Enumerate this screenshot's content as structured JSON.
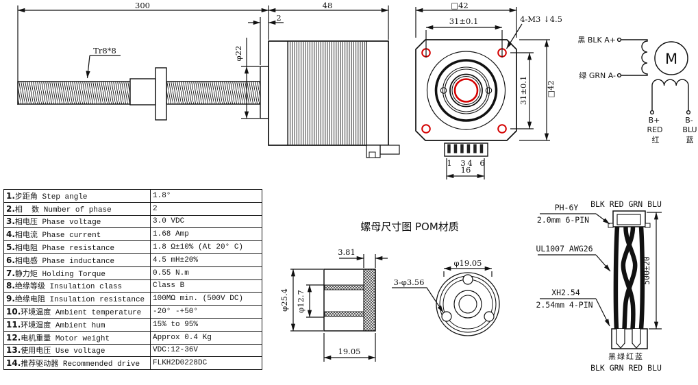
{
  "drawing": {
    "side_view": {
      "dim_screw_length": "300",
      "dim_body_length": "48",
      "dim_boss_protrusion": "2",
      "dim_boss_diameter": "φ22",
      "thread_label": "Tr8*8"
    },
    "front_view": {
      "dim_square_top": "□42",
      "dim_square_right": "□42",
      "dim_holes_horizontal": "31±0.1",
      "dim_holes_vertical": "31±0.1",
      "tap_label": "4-M3 ↓4.5",
      "pins": [
        "1",
        "3",
        "4",
        "6"
      ],
      "dim_connector_width": "16"
    },
    "wiring": {
      "phase_a_plus": "黑 BLK A+",
      "phase_a_minus": "绿 GRN A-",
      "motor_symbol": "M",
      "b_plus": "B+",
      "b_plus_color_en": "RED",
      "b_plus_color_cn": "红",
      "b_minus": "B-",
      "b_minus_color_en": "BLU",
      "b_minus_color_cn": "蓝"
    },
    "nut": {
      "title": "螺母尺寸图 POM材质",
      "dim_flange_thickness": "3.81",
      "dim_outer_diameter": "φ25.4",
      "dim_inner_diameter": "φ12.7",
      "dim_length": "19.05",
      "dim_bolt_circle": "φ19.05",
      "holes_label": "3-φ3.56"
    },
    "cable": {
      "top_wire_colors": "BLK RED GRN BLU",
      "top_connector_name": "PH-6Y",
      "top_connector_type": "2.0mm 6-PIN",
      "wire_spec": "UL1007 AWG26",
      "dim_cable_length": "500±20",
      "bottom_connector_name": "XH2.54",
      "bottom_connector_type": "2.54mm 4-PIN",
      "bottom_wire_colors_cn": "黑绿红蓝",
      "bottom_wire_colors_en": "BLK GRN RED BLU"
    }
  },
  "spec_table": {
    "rows": [
      {
        "num": "1.",
        "label": "步距角 Step angle",
        "value": "1.8°"
      },
      {
        "num": "2.",
        "label": "相  数 Number of phase",
        "value": "2"
      },
      {
        "num": "3.",
        "label": "相电压 Phase voltage",
        "value": "3.0 VDC"
      },
      {
        "num": "4.",
        "label": "相电流 Phase current",
        "value": "1.68 Amp"
      },
      {
        "num": "5.",
        "label": "相电阻 Phase resistance",
        "value": "1.8 Ω±10% (At 20° C)"
      },
      {
        "num": "6.",
        "label": "相电感 Phase inductance",
        "value": "4.5 mH±20%"
      },
      {
        "num": "7.",
        "label": "静力矩 Holding Torque",
        "value": "0.55 N.m"
      },
      {
        "num": "8.",
        "label": "绝缘等级 Insulation class",
        "value": "Class B"
      },
      {
        "num": "9.",
        "label": "绝缘电阻 Insulation resistance",
        "value": "100MΩ min. (500V DC)"
      },
      {
        "num": "10.",
        "label": "环境温度 Ambient temperature",
        "value": "-20° -+50°"
      },
      {
        "num": "11.",
        "label": "环境湿度 Ambient hum",
        "value": "15% to 95%"
      },
      {
        "num": "12.",
        "label": "电机重量 Motor weight",
        "value": "Approx 0.4 Kg"
      },
      {
        "num": "13.",
        "label": "使用电压 Use voltage",
        "value": "VDC:12-36V"
      },
      {
        "num": "14.",
        "label": "推荐驱动器 Recommended drive",
        "value": "FLKH2D0228DC"
      }
    ]
  },
  "colors": {
    "line": "#111111",
    "accent_red": "#d40000",
    "background": "#ffffff"
  }
}
